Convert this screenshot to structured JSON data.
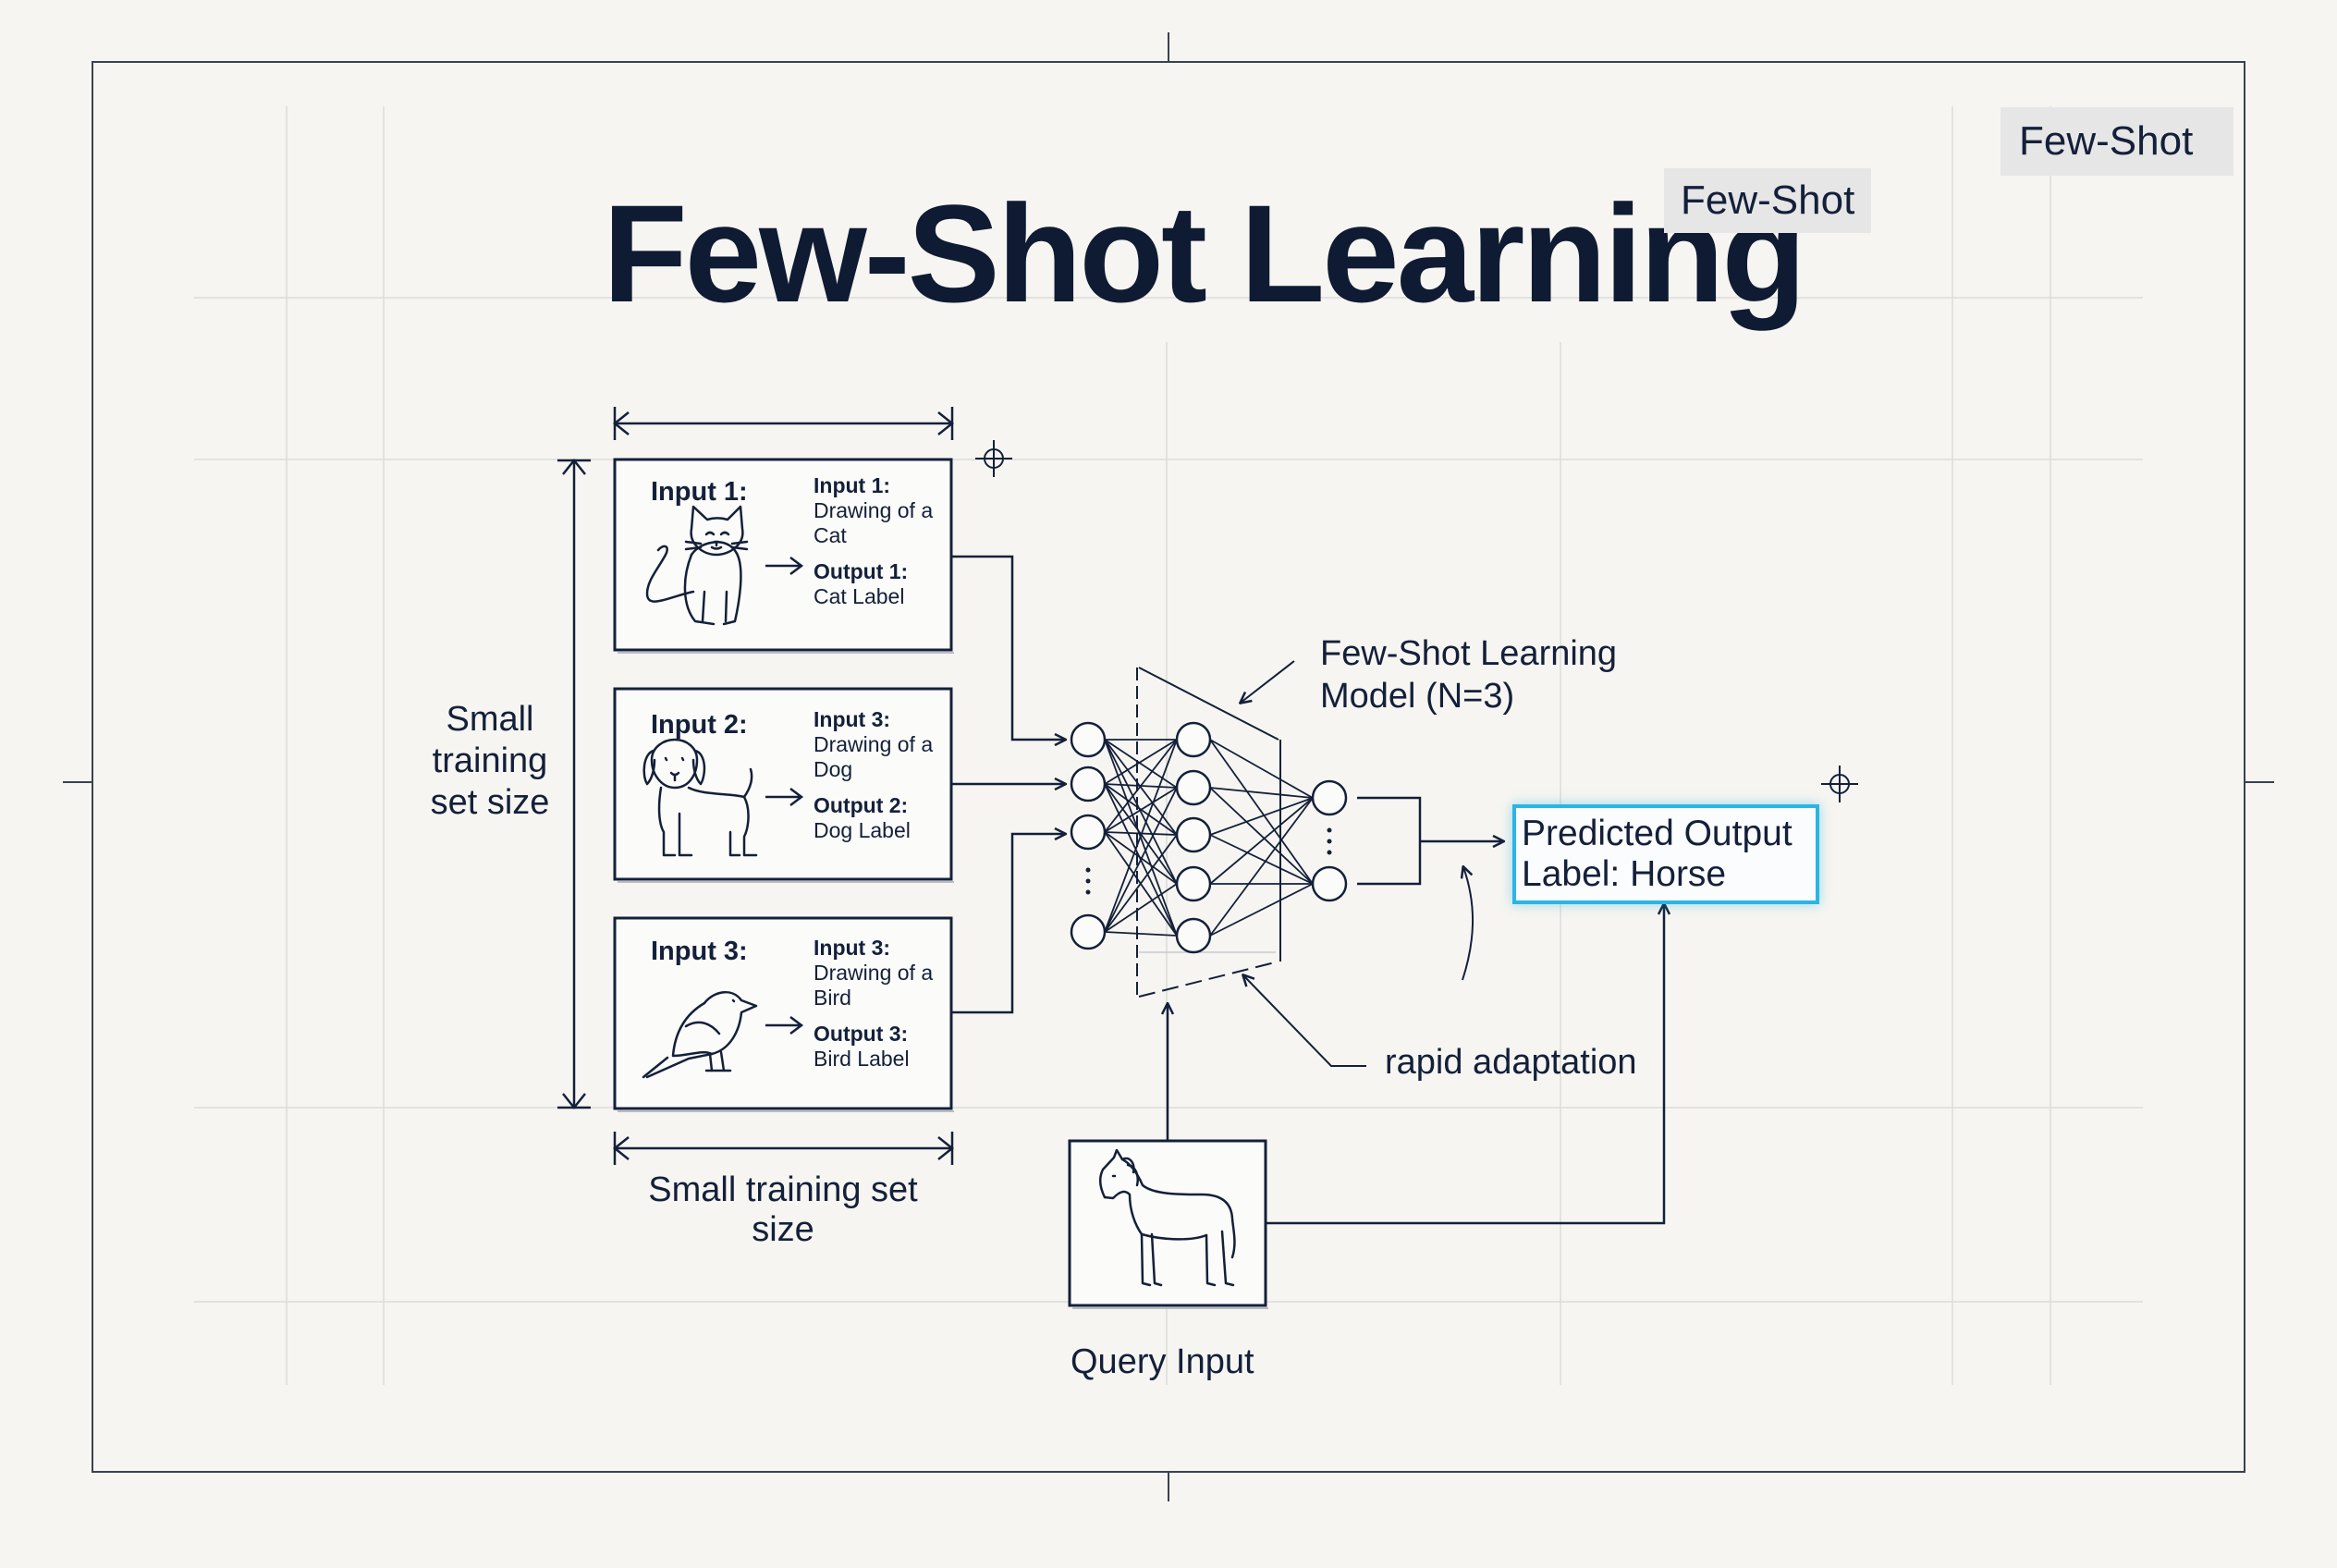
{
  "title": "Few-Shot Learning",
  "tag_corner": "Few-Shot",
  "tag_title": "Few-Shot",
  "training_examples": [
    {
      "heading": "Input 1:",
      "input_label": "Input 1:",
      "input_desc": "Drawing of a Cat",
      "output_label": "Output 1:",
      "output_desc": "Cat Label",
      "icon": "cat-icon"
    },
    {
      "heading": "Input 2:",
      "input_label": "Input 3:",
      "input_desc": "Drawing of a Dog",
      "output_label": "Output 2:",
      "output_desc": "Dog Label",
      "icon": "dog-icon"
    },
    {
      "heading": "Input 3:",
      "input_label": "Input 3:",
      "input_desc": "Drawing of a Bird",
      "output_label": "Output 3:",
      "output_desc": "Bird Label",
      "icon": "bird-icon"
    }
  ],
  "left_caption": "Small training set size",
  "bottom_caption": "Small training set size",
  "model_label": "Few-Shot Learning Model (N=3)",
  "adaptation_label": "rapid adaptation",
  "query_label": "Query Input",
  "query_icon": "horse-icon",
  "prediction": "Predicted Output Label: Horse",
  "colors": {
    "ink": "#14203a",
    "accent": "#2bb5e3",
    "background": "#f6f5f1",
    "grid": "#dcdcd8"
  }
}
